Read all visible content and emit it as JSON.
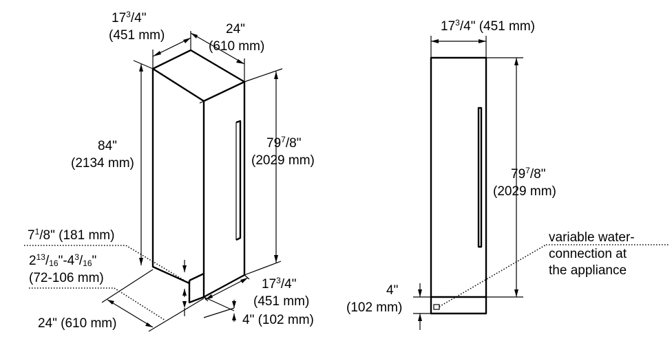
{
  "left_view": {
    "depth_top": {
      "whole": "17",
      "num": "3",
      "den": "4",
      "suffix": "\"",
      "metric": "(451 mm)"
    },
    "width_top": {
      "line1": "24\"",
      "line2": "(610 mm)"
    },
    "height_total": {
      "line1": "84\"",
      "line2": "(2134 mm)"
    },
    "height_door": {
      "whole": "79",
      "num": "7",
      "den": "8",
      "suffix": "\"",
      "metric": "(2029 mm)"
    },
    "kick_height": {
      "whole": "7",
      "num": "1",
      "den": "8",
      "suffix": "\" (181 mm)"
    },
    "plinth_range": {
      "a_whole": "2",
      "a_num": "13",
      "a_den": "16",
      "mid": "\"-4",
      "b_num": "3",
      "b_den": "16",
      "suffix": "\"",
      "metric": "(72-106 mm)"
    },
    "depth_bottom": {
      "whole": "17",
      "num": "3",
      "den": "4",
      "suffix": "\"",
      "metric": "(451 mm)"
    },
    "width_bottom": "24\" (610 mm)",
    "base_height": "4\" (102 mm)"
  },
  "right_view": {
    "width": {
      "whole": "17",
      "num": "3",
      "den": "4",
      "suffix": "\" (451 mm)"
    },
    "height_door": {
      "whole": "79",
      "num": "7",
      "den": "8",
      "suffix": "\"",
      "metric": "(2029 mm)"
    },
    "base_height": {
      "line1": "4\"",
      "line2": "(102 mm)"
    },
    "water_note": [
      "variable water-",
      "connection at",
      "the appliance"
    ]
  }
}
